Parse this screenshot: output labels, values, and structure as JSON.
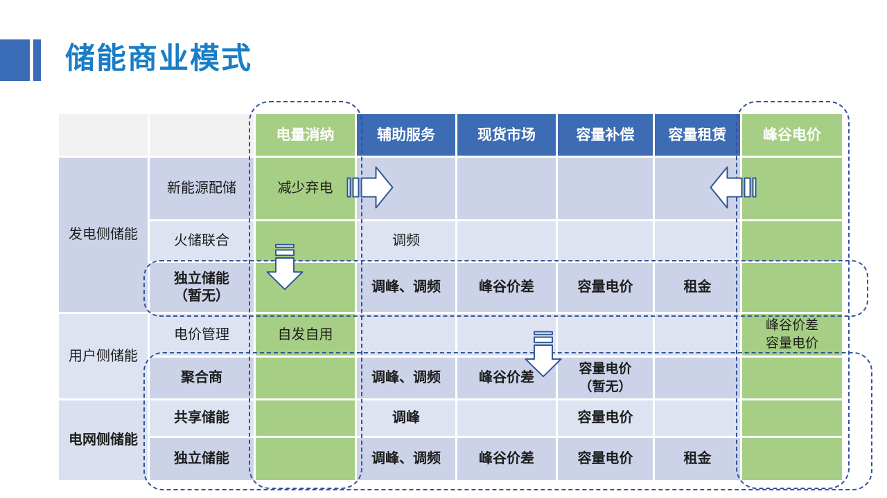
{
  "title": "储能商业模式",
  "table": {
    "column_headers": [
      "电量消纳",
      "辅助服务",
      "现货市场",
      "容量补偿",
      "容量租赁",
      "峰谷电价"
    ],
    "groups": [
      {
        "label": "发电侧储能"
      },
      {
        "label": "用户侧储能"
      },
      {
        "label": "电网侧储能"
      }
    ],
    "rows": [
      {
        "label": "新能源配储",
        "cells": {
          "c2": "减少弃电"
        }
      },
      {
        "label": "火储联合",
        "cells": {
          "c3": "调频"
        }
      },
      {
        "label": "独立储能\n（暂无）",
        "cells": {
          "c3": "调峰、调频",
          "c4": "峰谷价差",
          "c5": "容量电价",
          "c6": "租金"
        }
      },
      {
        "label": "电价管理",
        "cells": {
          "c2": "自发自用",
          "c7": "峰谷价差\n容量电价"
        }
      },
      {
        "label": "聚合商",
        "cells": {
          "c3": "调峰、调频",
          "c4": "峰谷价差",
          "c5": "容量电价\n（暂无）"
        }
      },
      {
        "label": "共享储能",
        "cells": {
          "c3": "调峰",
          "c5": "容量电价"
        }
      },
      {
        "label": "独立储能",
        "cells": {
          "c3": "调峰、调频",
          "c4": "峰谷价差",
          "c5": "容量电价",
          "c6": "租金"
        }
      }
    ]
  },
  "icons": {
    "arrow_right": "striped-right-arrow",
    "arrow_left": "striped-left-arrow",
    "arrow_down_generation": "striped-down-arrow",
    "arrow_down_user": "striped-down-arrow"
  },
  "colors": {
    "title_blue": "#1a7dc6",
    "accent_blue": "#3a6cb7",
    "header_blue": "#3d6cb4",
    "highlight_green": "#a6ce84",
    "band_dark": "#ccd3e8",
    "band_light": "#dee3f2",
    "header_gray": "#f1f1f1",
    "dash_navy": "#34549a",
    "arrow_outline": "#2f5597"
  }
}
